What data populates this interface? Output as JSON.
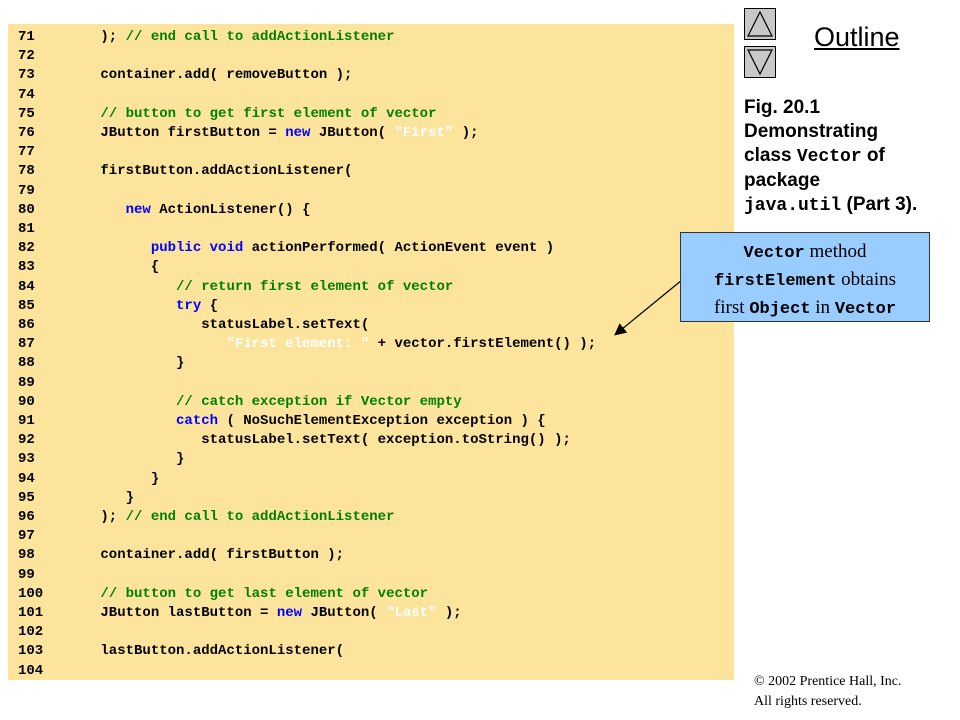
{
  "nav": {
    "outline_label": "Outline",
    "up_icon": "triangle-up-icon",
    "down_icon": "triangle-down-icon"
  },
  "caption": {
    "fig": "Fig. 20.1",
    "line2": "Demonstrating",
    "line3a": "class ",
    "line3b": "Vector",
    "line3c": " of",
    "line4": "package",
    "line5a": "java.util",
    "line5b": " (Part 3)."
  },
  "callout": {
    "p1": "Vector",
    "p2": " method",
    "p3": "firstElement",
    "p4": " obtains",
    "p5": "first ",
    "p6": "Object",
    "p7": " in ",
    "p8": "Vector"
  },
  "copyright": {
    "line1": "© 2002 Prentice Hall, Inc.",
    "line2": "All rights reserved."
  },
  "colors": {
    "code_bg": "#fde49c",
    "keyword": "#0000ff",
    "comment": "#008000",
    "string": "#ffffff",
    "callout_bg": "#99ccff"
  },
  "code_lines": [
    {
      "n": "71",
      "t": [
        [
          "p",
          "      ); "
        ],
        [
          "c",
          "// end call to addActionListener"
        ]
      ]
    },
    {
      "n": "72",
      "t": []
    },
    {
      "n": "73",
      "t": [
        [
          "p",
          "      container.add( removeButton );"
        ]
      ]
    },
    {
      "n": "74",
      "t": []
    },
    {
      "n": "75",
      "t": [
        [
          "p",
          "      "
        ],
        [
          "c",
          "// button to get first element of vector"
        ]
      ]
    },
    {
      "n": "76",
      "t": [
        [
          "p",
          "      JButton firstButton = "
        ],
        [
          "k",
          "new"
        ],
        [
          "p",
          " JButton( "
        ],
        [
          "s",
          "\"First\""
        ],
        [
          "p",
          " );"
        ]
      ]
    },
    {
      "n": "77",
      "t": []
    },
    {
      "n": "78",
      "t": [
        [
          "p",
          "      firstButton.addActionListener("
        ]
      ]
    },
    {
      "n": "79",
      "t": []
    },
    {
      "n": "80",
      "t": [
        [
          "p",
          "         "
        ],
        [
          "k",
          "new"
        ],
        [
          "p",
          " ActionListener() {"
        ]
      ]
    },
    {
      "n": "81",
      "t": []
    },
    {
      "n": "82",
      "t": [
        [
          "p",
          "            "
        ],
        [
          "k",
          "public void"
        ],
        [
          "p",
          " actionPerformed( ActionEvent event )"
        ]
      ]
    },
    {
      "n": "83",
      "t": [
        [
          "p",
          "            {"
        ]
      ]
    },
    {
      "n": "84",
      "t": [
        [
          "p",
          "               "
        ],
        [
          "c",
          "// return first element of vector"
        ]
      ]
    },
    {
      "n": "85",
      "t": [
        [
          "p",
          "               "
        ],
        [
          "k",
          "try"
        ],
        [
          "p",
          " {"
        ]
      ]
    },
    {
      "n": "86",
      "t": [
        [
          "p",
          "                  statusLabel.setText("
        ]
      ]
    },
    {
      "n": "87",
      "t": [
        [
          "p",
          "                     "
        ],
        [
          "s",
          "\"First element: \""
        ],
        [
          "p",
          " + vector.firstElement() );"
        ]
      ]
    },
    {
      "n": "88",
      "t": [
        [
          "p",
          "               }"
        ]
      ]
    },
    {
      "n": "89",
      "t": []
    },
    {
      "n": "90",
      "t": [
        [
          "p",
          "               "
        ],
        [
          "c",
          "// catch exception if Vector empty"
        ]
      ]
    },
    {
      "n": "91",
      "t": [
        [
          "p",
          "               "
        ],
        [
          "k",
          "catch"
        ],
        [
          "p",
          " ( NoSuchElementException exception ) {"
        ]
      ]
    },
    {
      "n": "92",
      "t": [
        [
          "p",
          "                  statusLabel.setText( exception.toString() );"
        ]
      ]
    },
    {
      "n": "93",
      "t": [
        [
          "p",
          "               }"
        ]
      ]
    },
    {
      "n": "94",
      "t": [
        [
          "p",
          "            }"
        ]
      ]
    },
    {
      "n": "95",
      "t": [
        [
          "p",
          "         }"
        ]
      ]
    },
    {
      "n": "96",
      "t": [
        [
          "p",
          "      ); "
        ],
        [
          "c",
          "// end call to addActionListener"
        ]
      ]
    },
    {
      "n": "97",
      "t": []
    },
    {
      "n": "98",
      "t": [
        [
          "p",
          "      container.add( firstButton );"
        ]
      ]
    },
    {
      "n": "99",
      "t": []
    },
    {
      "n": "100",
      "t": [
        [
          "p",
          "      "
        ],
        [
          "c",
          "// button to get last element of vector"
        ]
      ]
    },
    {
      "n": "101",
      "t": [
        [
          "p",
          "      JButton lastButton = "
        ],
        [
          "k",
          "new"
        ],
        [
          "p",
          " JButton( "
        ],
        [
          "s",
          "\"Last\""
        ],
        [
          "p",
          " );"
        ]
      ]
    },
    {
      "n": "102",
      "t": []
    },
    {
      "n": "103",
      "t": [
        [
          "p",
          "      lastButton.addActionListener("
        ]
      ]
    },
    {
      "n": "104",
      "t": []
    }
  ]
}
